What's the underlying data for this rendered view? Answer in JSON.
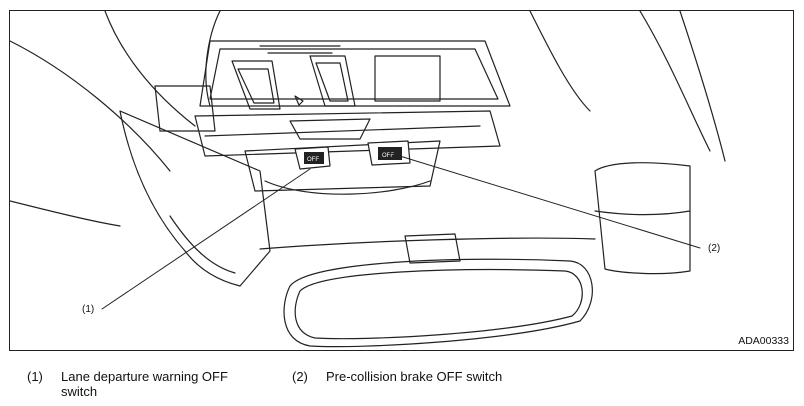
{
  "figure": {
    "code": "ADA00333",
    "callouts": [
      {
        "label": "(1)"
      },
      {
        "label": "(2)"
      }
    ],
    "switch_icons": [
      {
        "name": "lane-departure-warning-off-switch-icon",
        "text": "OFF"
      },
      {
        "name": "pre-collision-brake-off-switch-icon",
        "text": "OFF"
      }
    ]
  },
  "legend": [
    {
      "num": "(1)",
      "line1": "Lane departure warning OFF",
      "line2": "switch"
    },
    {
      "num": "(2)",
      "line1": "Pre-collision brake OFF switch"
    }
  ]
}
